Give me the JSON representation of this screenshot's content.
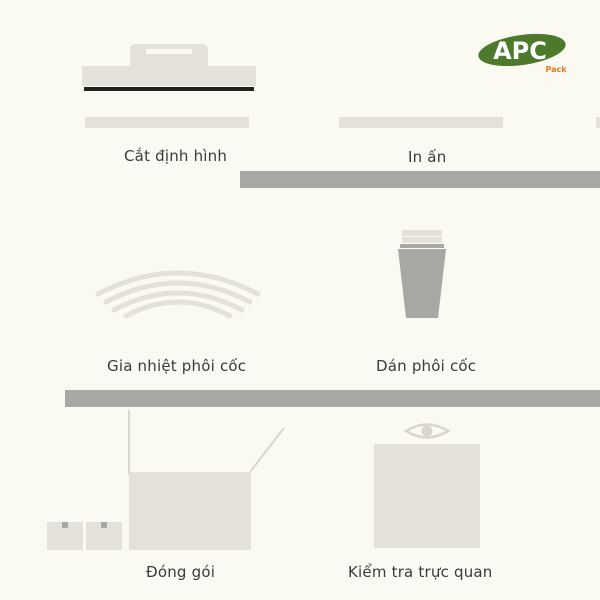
{
  "brand": {
    "logo_main": "APC",
    "logo_sub": "Pack",
    "colors": {
      "logo_green": "#4d7a2a",
      "logo_orange": "#e07b1a"
    }
  },
  "steps": [
    {
      "label": "Cắt định hình",
      "icon": "cutting-press-icon"
    },
    {
      "label": "In ấn",
      "icon": "printing-plate-icon"
    },
    {
      "label": "Gia nhiệt phôi cốc",
      "icon": "heat-waves-icon"
    },
    {
      "label": "Dán phôi cốc",
      "icon": "cup-stack-icon"
    },
    {
      "label": "Đóng gói",
      "icon": "packing-box-icon"
    },
    {
      "label": "Kiểm tra trực quan",
      "icon": "eye-inspection-icon"
    }
  ],
  "colors": {
    "background": "#fafaf2",
    "conveyor": "#a7a7a4",
    "machine": "#e3e1da",
    "text": "#3a3a3a"
  }
}
